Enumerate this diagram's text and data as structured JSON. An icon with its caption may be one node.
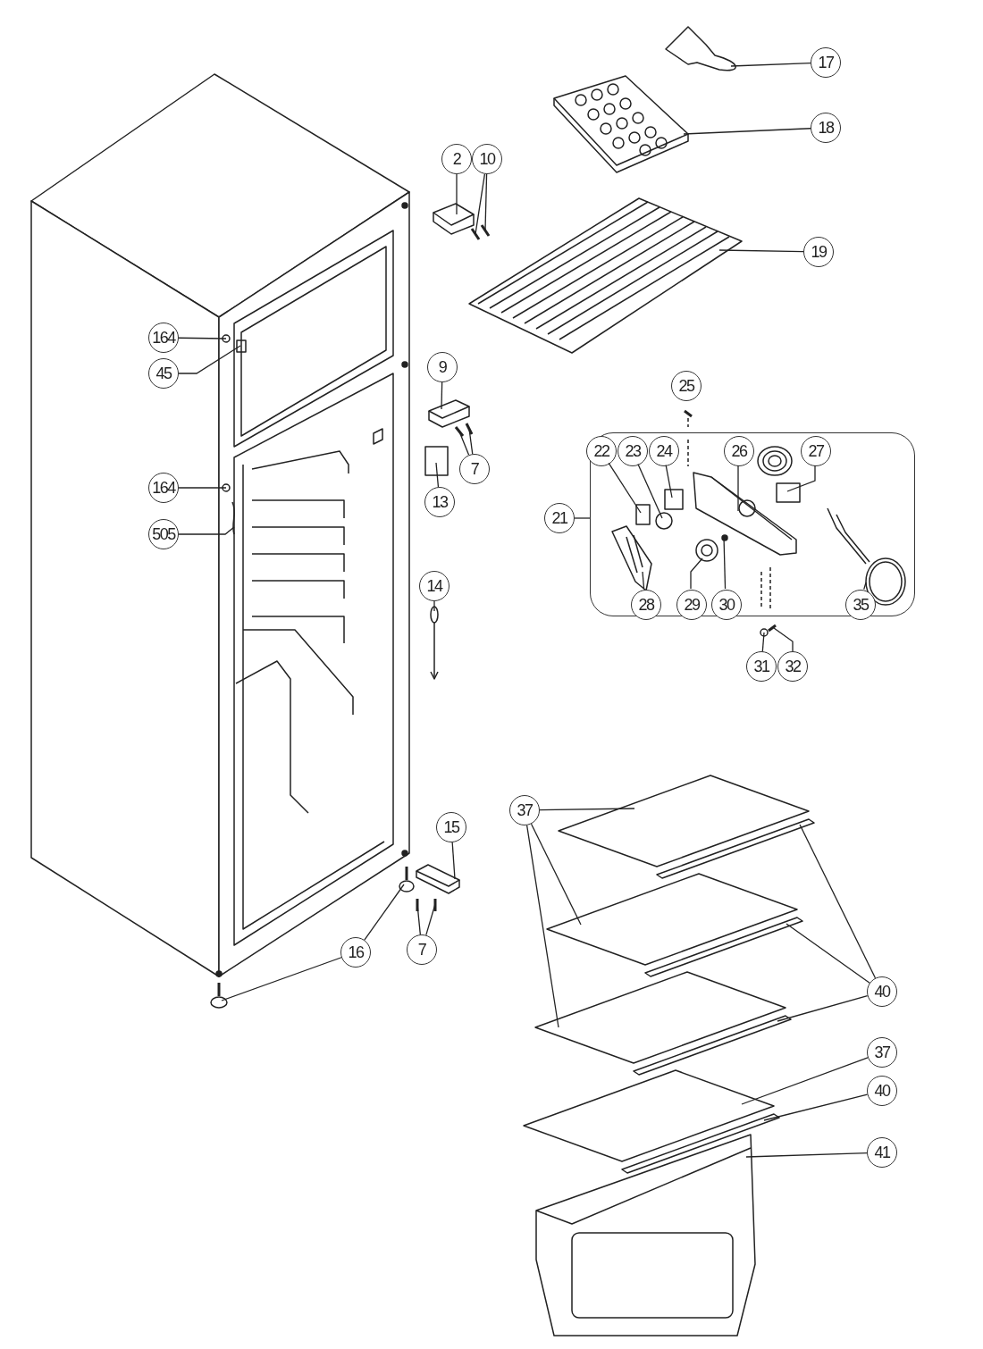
{
  "diagram": {
    "nodes": [
      {
        "text": [
          "17"
        ]
      },
      {
        "text": [
          "18"
        ]
      },
      {
        "text": [
          "2"
        ]
      },
      {
        "text": [
          "10"
        ]
      },
      {
        "text": [
          "19"
        ]
      },
      {
        "text": [
          "164"
        ]
      },
      {
        "text": [
          "45"
        ]
      },
      {
        "text": [
          "9"
        ]
      },
      {
        "text": [
          "25"
        ]
      },
      {
        "text": [
          "7"
        ]
      },
      {
        "text": [],
        "shape": "box"
      },
      {
        "text": [
          "22"
        ],
        "in": 10
      },
      {
        "text": [
          "23"
        ],
        "in": 10
      },
      {
        "text": [
          "24"
        ],
        "in": 10
      },
      {
        "text": [
          "26"
        ],
        "in": 10
      },
      {
        "text": [
          "27"
        ],
        "in": 10
      },
      {
        "text": [
          "21"
        ]
      },
      {
        "text": [
          "164"
        ]
      },
      {
        "text": [
          "13"
        ]
      },
      {
        "text": [
          "505"
        ]
      },
      {
        "text": [
          "28"
        ],
        "in": 10
      },
      {
        "text": [
          "29"
        ],
        "in": 10
      },
      {
        "text": [
          "30"
        ],
        "in": 10
      },
      {
        "text": [
          "35"
        ],
        "in": 10
      },
      {
        "text": [
          "31"
        ]
      },
      {
        "text": [
          "32"
        ]
      },
      {
        "text": [
          "14"
        ]
      },
      {
        "text": [
          "15"
        ]
      },
      {
        "text": [
          "37"
        ]
      },
      {
        "text": [
          "16"
        ]
      },
      {
        "text": [
          "7"
        ]
      },
      {
        "text": [
          "40"
        ]
      },
      {
        "text": [
          "37"
        ]
      },
      {
        "text": [
          "40"
        ]
      },
      {
        "text": [
          "41"
        ]
      },
      {
        "text": [],
        "shape": "picture"
      },
      {
        "text": [],
        "shape": "picture"
      },
      {
        "text": [],
        "shape": "picture"
      },
      {
        "text": [],
        "shape": "picture"
      },
      {
        "text": [],
        "shape": "picture"
      },
      {
        "text": [],
        "shape": "picture"
      },
      {
        "text": [],
        "shape": "circle"
      },
      {
        "text": [],
        "shape": "box"
      },
      {
        "text": [],
        "shape": "picture"
      },
      {
        "text": [],
        "shape": "picture"
      },
      {
        "text": [],
        "shape": "picture"
      },
      {
        "text": [],
        "shape": "box",
        "in": 10
      },
      {
        "text": [],
        "shape": "circle",
        "in": 10
      },
      {
        "text": [],
        "shape": "box",
        "in": 10
      },
      {
        "text": [],
        "shape": "picture",
        "in": 10
      },
      {
        "text": [],
        "shape": "picture",
        "in": 10
      },
      {
        "text": [],
        "shape": "circle"
      },
      {
        "text": [],
        "shape": "box"
      },
      {
        "text": [],
        "shape": "picture"
      },
      {
        "text": [],
        "shape": "picture",
        "in": 10
      },
      {
        "text": [],
        "shape": "picture",
        "in": 10
      },
      {
        "text": [],
        "shape": "circle",
        "in": 10
      },
      {
        "text": [],
        "shape": "picture",
        "in": 10
      },
      {
        "text": [],
        "shape": "circle"
      },
      {
        "text": [],
        "shape": "picture"
      },
      {
        "text": [],
        "shape": "picture"
      },
      {
        "text": [],
        "shape": "picture"
      },
      {
        "text": [],
        "shape": "picture"
      },
      {
        "text": [],
        "shape": "picture"
      },
      {
        "text": [],
        "shape": "picture"
      },
      {
        "text": [],
        "shape": "picture"
      },
      {
        "text": [],
        "shape": "picture"
      },
      {
        "text": [],
        "shape": "picture"
      },
      {
        "text": [],
        "shape": "picture"
      },
      {
        "text": [],
        "shape": "bar"
      },
      {
        "text": [],
        "shape": "bar"
      },
      {
        "text": [],
        "shape": "bar"
      },
      {
        "text": [],
        "shape": "picture"
      },
      {
        "text": [],
        "shape": "bar"
      },
      {
        "text": [],
        "shape": "picture"
      }
    ],
    "edges": [
      {
        "from": 0,
        "to": 35,
        "arrow": "none"
      },
      {
        "from": 1,
        "to": 36,
        "arrow": "none"
      },
      {
        "from": 2,
        "to": 37,
        "arrow": "none"
      },
      {
        "from": 3,
        "to": 38,
        "arrow": "none"
      },
      {
        "from": 3,
        "to": 39,
        "arrow": "none"
      },
      {
        "from": 4,
        "to": 40,
        "arrow": "none"
      },
      {
        "from": 5,
        "to": 41,
        "arrow": "none"
      },
      {
        "from": 6,
        "to": 42,
        "arrow": "none"
      },
      {
        "from": 7,
        "to": 43,
        "arrow": "none"
      },
      {
        "from": 9,
        "to": 44,
        "arrow": "none"
      },
      {
        "from": 9,
        "to": 45,
        "arrow": "none"
      },
      {
        "from": 16,
        "to": 10,
        "arrow": "none"
      },
      {
        "from": 11,
        "to": 46,
        "arrow": "none"
      },
      {
        "from": 12,
        "to": 47,
        "arrow": "none"
      },
      {
        "from": 13,
        "to": 48,
        "arrow": "none"
      },
      {
        "from": 14,
        "to": 49,
        "arrow": "none"
      },
      {
        "from": 15,
        "to": 50,
        "arrow": "none"
      },
      {
        "from": 17,
        "to": 51,
        "arrow": "none"
      },
      {
        "from": 18,
        "to": 52,
        "arrow": "none"
      },
      {
        "from": 19,
        "to": 53,
        "arrow": "none"
      },
      {
        "from": 20,
        "to": 54,
        "arrow": "none"
      },
      {
        "from": 21,
        "to": 55,
        "arrow": "none"
      },
      {
        "from": 22,
        "to": 56,
        "arrow": "none"
      },
      {
        "from": 23,
        "to": 57,
        "arrow": "none"
      },
      {
        "from": 24,
        "to": 58,
        "arrow": "none"
      },
      {
        "from": 25,
        "to": 59,
        "arrow": "none"
      },
      {
        "from": 26,
        "to": 60,
        "arrow": "none"
      },
      {
        "from": 27,
        "to": 61,
        "arrow": "none"
      },
      {
        "from": 28,
        "to": 62,
        "arrow": "none"
      },
      {
        "from": 28,
        "to": 63,
        "arrow": "none"
      },
      {
        "from": 28,
        "to": 64,
        "arrow": "none"
      },
      {
        "from": 29,
        "to": 65,
        "arrow": "none"
      },
      {
        "from": 29,
        "to": 66,
        "arrow": "none"
      },
      {
        "from": 30,
        "to": 67,
        "arrow": "none"
      },
      {
        "from": 30,
        "to": 68,
        "arrow": "none"
      },
      {
        "from": 31,
        "to": 69,
        "arrow": "none"
      },
      {
        "from": 31,
        "to": 70,
        "arrow": "none"
      },
      {
        "from": 31,
        "to": 71,
        "arrow": "none"
      },
      {
        "from": 32,
        "to": 72,
        "arrow": "none"
      },
      {
        "from": 33,
        "to": 73,
        "arrow": "none"
      },
      {
        "from": 34,
        "to": 74,
        "arrow": "none"
      }
    ]
  }
}
